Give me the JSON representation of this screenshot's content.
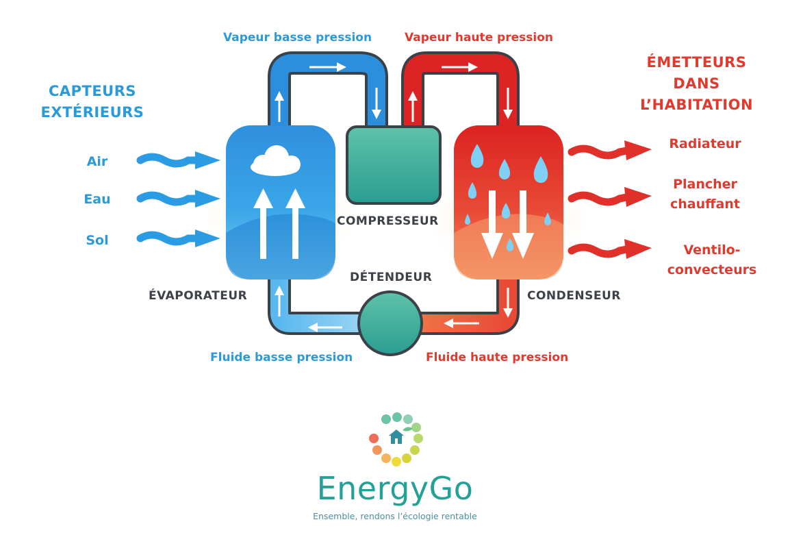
{
  "left_title": [
    "CAPTEURS",
    "EXTÉRIEURS"
  ],
  "right_title": [
    "ÉMETTEURS",
    "DANS",
    "L’HABITATION"
  ],
  "sources": [
    "Air",
    "Eau",
    "Sol"
  ],
  "emitters": [
    [
      "Radiateur"
    ],
    [
      "Plancher",
      "chauffant"
    ],
    [
      "Ventilo-",
      "convecteurs"
    ]
  ],
  "flows": {
    "low_vapor": "Vapeur basse pression",
    "high_vapor": "Vapeur haute pression",
    "low_fluid": "Fluide basse pression",
    "high_fluid": "Fluide haute pression"
  },
  "components": {
    "evaporator": "ÉVAPORATEUR",
    "compressor": "COMPRESSEUR",
    "expansion_valve": "DÉTENDEUR",
    "condenser": "CONDENSEUR"
  },
  "brand": {
    "name": "EnergyGo",
    "tagline": "Ensemble, rendons l’écologie rentable"
  },
  "colors": {
    "cold": "#2a9ad8",
    "hot": "#e03a2f",
    "component": "#2fa898",
    "text_dark": "#3d4248",
    "brand": "#24a197"
  }
}
